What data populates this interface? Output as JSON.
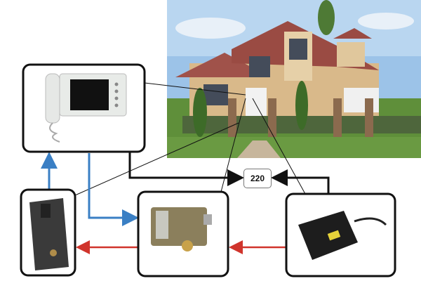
{
  "diagram": {
    "power_label": "220",
    "components": [
      "house-photo",
      "video-monitor",
      "outdoor-call-panel",
      "electric-lock",
      "power-adapter"
    ],
    "colors": {
      "signal": "#3a7fc4",
      "power": "#d0342c",
      "mains": "#111111",
      "box_border": "#111111"
    }
  }
}
